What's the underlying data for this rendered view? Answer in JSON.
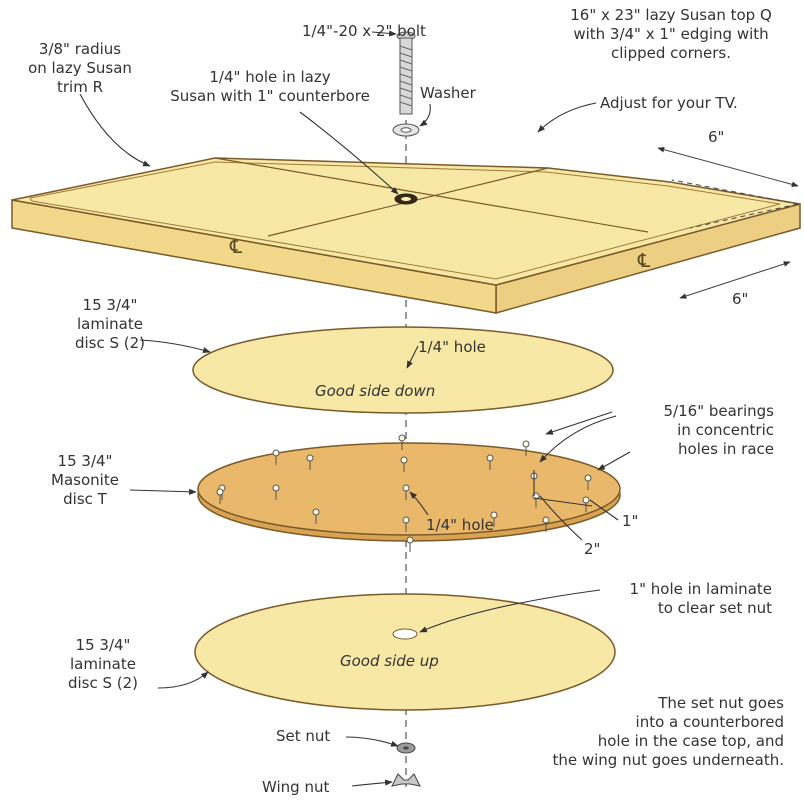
{
  "labels": {
    "bolt": "1/4\"-20 x 2\" bolt",
    "top_q_line1": "16\" x 23\" lazy Susan top Q",
    "top_q_line2": "with 3/4\" x 1\" edging with",
    "top_q_line3": "clipped corners.",
    "radius_line1": "3/8\" radius",
    "radius_line2": "on lazy Susan",
    "radius_line3": "trim R",
    "hole_line1": "1/4\" hole in lazy",
    "hole_line2": "Susan with 1\" counterbore",
    "washer": "Washer",
    "adjust": "Adjust for your TV.",
    "dim_top": "6\"",
    "dim_bottom": "6\"",
    "centerline": "℄",
    "disc_s1_line1": "15 3/4\"",
    "disc_s1_line2": "laminate",
    "disc_s1_line3": "disc S (2)",
    "hole_quarter_top": "1/4\" hole",
    "good_side_down": "Good side down",
    "bearings_line1": "5/16\" bearings",
    "bearings_line2": "in concentric",
    "bearings_line3": "holes in race",
    "disc_t_line1": "15 3/4\"",
    "disc_t_line2": "Masonite",
    "disc_t_line3": "disc T",
    "hole_quarter_mid": "1/4\" hole",
    "dim_1in": "1\"",
    "dim_2in": "2\"",
    "hole_laminate_line1": "1\" hole in laminate",
    "hole_laminate_line2": "to clear set nut",
    "disc_s2_line1": "15 3/4\"",
    "disc_s2_line2": "laminate",
    "disc_s2_line3": "disc S (2)",
    "good_side_up": "Good side up",
    "set_nut": "Set nut",
    "wing_nut": "Wing nut",
    "note_line1": "The set nut goes",
    "note_line2": "into a counterbored",
    "note_line3": "hole in the case top, and",
    "note_line4": "the wing nut goes underneath."
  },
  "colors": {
    "wood_light": "#f8e8a6",
    "wood_side": "#f2d88a",
    "masonite": "#e9b86a",
    "masonite_edge": "#d9a352",
    "outline": "#7a5a2a",
    "text": "#333333"
  }
}
